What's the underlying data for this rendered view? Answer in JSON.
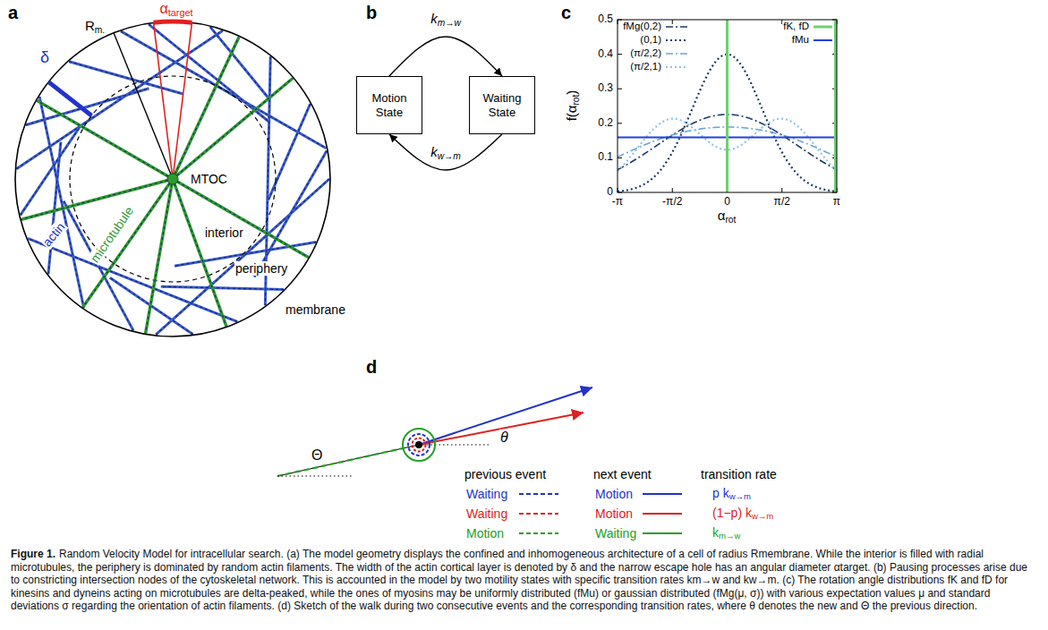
{
  "diagram": {
    "caption": "Random Velocity Model for intracellular search. (a) The model geometry displays the confined and inhomogeneous architecture of a cell of radius Rmembrane. While the interior is filled with radial microtubules, the periphery is dominated by random actin filaments. The width of the actin cortical layer is denoted by δ and the narrow escape hole has an angular diameter αtarget. (b) Pausing processes arise due to constricting intersection nodes of the cytoskeletal network. This is accounted in the model by two motility states with specific transition rates km→w and kw→m. (c) The rotation angle distributions fK and fD for kinesins and dyneins acting on microtubules are delta-peaked, while the ones of myosins may be uniformly distributed (fMu) or gaussian distributed (fMg(μ, σ)) with various expectation values μ and standard deviations σ regarding the orientation of actin filaments. (d) Sketch of the walk during two consecutive events and the corresponding transition rates, where θ denotes the new and Θ the previous direction.",
    "nodes": [
      {
        "text": [
          "Motion State"
        ]
      },
      {
        "text": [
          "Waiting State"
        ]
      }
    ],
    "edges": [
      {
        "from": 0,
        "to": 1,
        "arrow": "to",
        "label": "k"
      },
      {
        "from": 1,
        "to": 0,
        "arrow": "to",
        "label": "k"
      }
    ],
    "labels": [
      "a",
      "α",
      "target",
      "R",
      "m.",
      "δ",
      "microtubule",
      "actin",
      "MTOC",
      "interior",
      "periphery",
      "membrane",
      "b",
      "m→w",
      "w→m",
      "c",
      "0.5",
      "0.4",
      "0.3",
      "0.2",
      "0.1",
      "0",
      "-π",
      "-π/2",
      "0",
      "π/2",
      "π",
      "α",
      "rot",
      "f(α",
      "rot",
      ")",
      "d",
      "θ",
      "Θ",
      "previous event",
      "next event",
      "transition rate",
      "Waiting",
      "Motion",
      "p k",
      "w→m",
      "Waiting",
      "Motion",
      "(1−p) k",
      "w→m",
      "Motion",
      "Waiting",
      "k",
      "m→w",
      "Figure 1."
    ],
    "legend": [
      {
        "text": "fMg(0,2)"
      },
      {
        "text": "(0,1)"
      },
      {
        "text": "(π/2,2)"
      },
      {
        "text": "(π/2,1)"
      },
      {
        "text": "fK, fD"
      },
      {
        "text": "fMu"
      }
    ]
  }
}
